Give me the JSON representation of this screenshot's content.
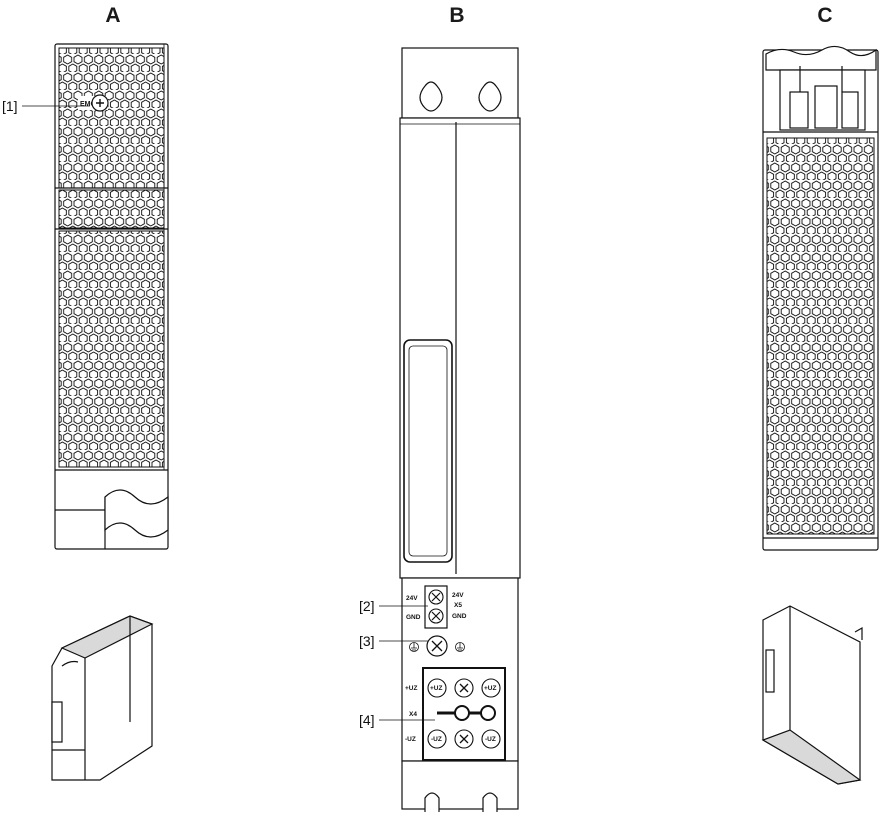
{
  "views": {
    "a": {
      "title": "A"
    },
    "b": {
      "title": "B"
    },
    "c": {
      "title": "C"
    }
  },
  "callouts": {
    "c1": "[1]",
    "c2": "[2]",
    "c3": "[3]",
    "c4": "[4]"
  },
  "markings": {
    "emc": "EMC",
    "x5_24v_left": "24V",
    "x5_24v_right": "24V",
    "x5_name": "X5",
    "x5_gnd_left": "GND",
    "x5_gnd_right": "GND",
    "x4_name": "X4",
    "uz_plus_left": "+UZ",
    "uz_minus_left": "-UZ",
    "t1_top": "+UZ",
    "t3_top": "+UZ",
    "t1_bottom": "-UZ",
    "t3_bottom": "-UZ"
  },
  "colors": {
    "line": "#111111",
    "shade": "#d9d9d9",
    "background": "#ffffff"
  }
}
